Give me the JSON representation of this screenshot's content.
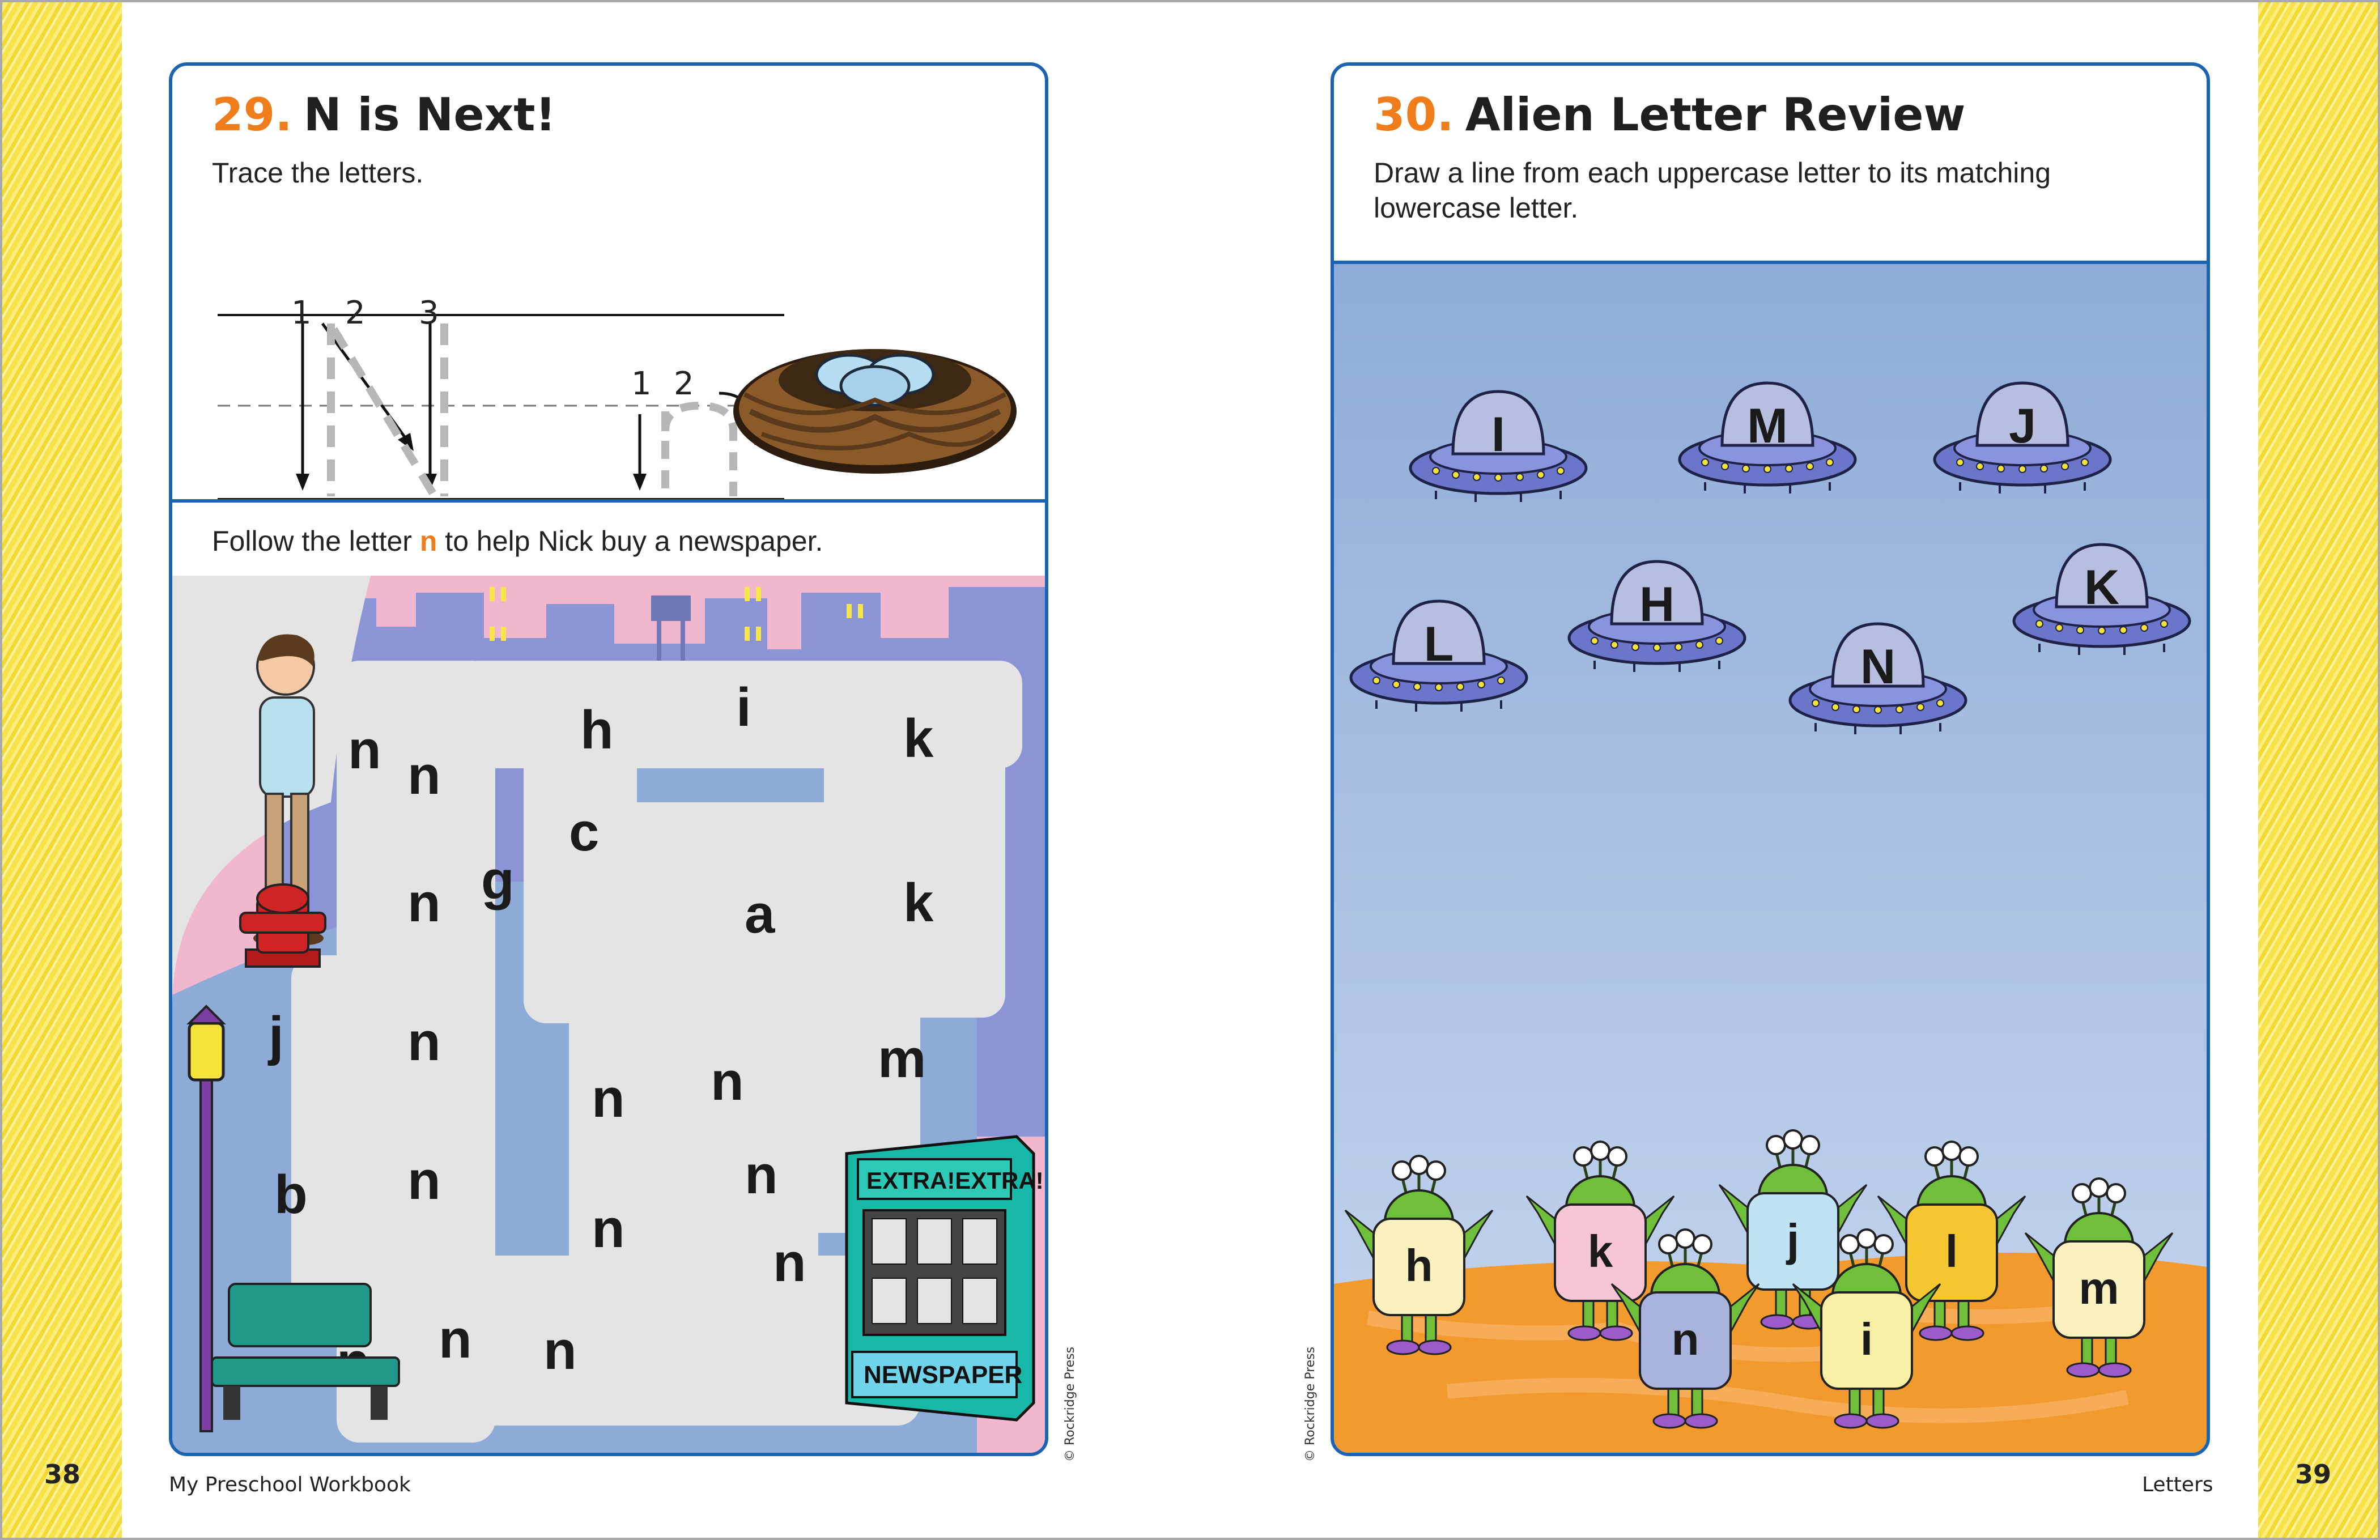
{
  "left_page": {
    "page_number": "38",
    "footer": "My Preschool Workbook",
    "copyright": "© Rockridge Press",
    "activity": {
      "number": "29.",
      "title": "N is Next!",
      "instruction": "Trace the letters.",
      "stroke_numbers": [
        "1",
        "2",
        "3",
        "1",
        "2"
      ],
      "maze_instruction_before": "Follow the letter",
      "maze_highlight_letter": "n",
      "maze_instruction_after": "to help Nick buy a newspaper.",
      "maze_letters": [
        "n",
        "n",
        "h",
        "i",
        "k",
        "c",
        "g",
        "n",
        "k",
        "a",
        "j",
        "n",
        "m",
        "n",
        "n",
        "n",
        "b",
        "n",
        "n",
        "n",
        "n",
        "n",
        "n"
      ],
      "stand_banner": "EXTRA!EXTRA!",
      "stand_sign": "NEWSPAPER"
    }
  },
  "right_page": {
    "page_number": "39",
    "footer": "Letters",
    "copyright": "© Rockridge Press",
    "activity": {
      "number": "30.",
      "title": "Alien Letter Review",
      "instruction_line1": "Draw a line from each uppercase letter to its matching",
      "instruction_line2": "lowercase letter.",
      "ufo_letters": [
        "I",
        "M",
        "J",
        "H",
        "K",
        "L",
        "N"
      ],
      "alien_letters": [
        "h",
        "k",
        "j",
        "l",
        "m",
        "n",
        "i"
      ]
    }
  },
  "colors": {
    "accent_orange": "#ef7d1c",
    "frame_blue": "#1c64b1",
    "crayon_yellow": "#f7e24a",
    "sky_blue": "#8fb2de",
    "planet_orange": "#f29a2e"
  }
}
